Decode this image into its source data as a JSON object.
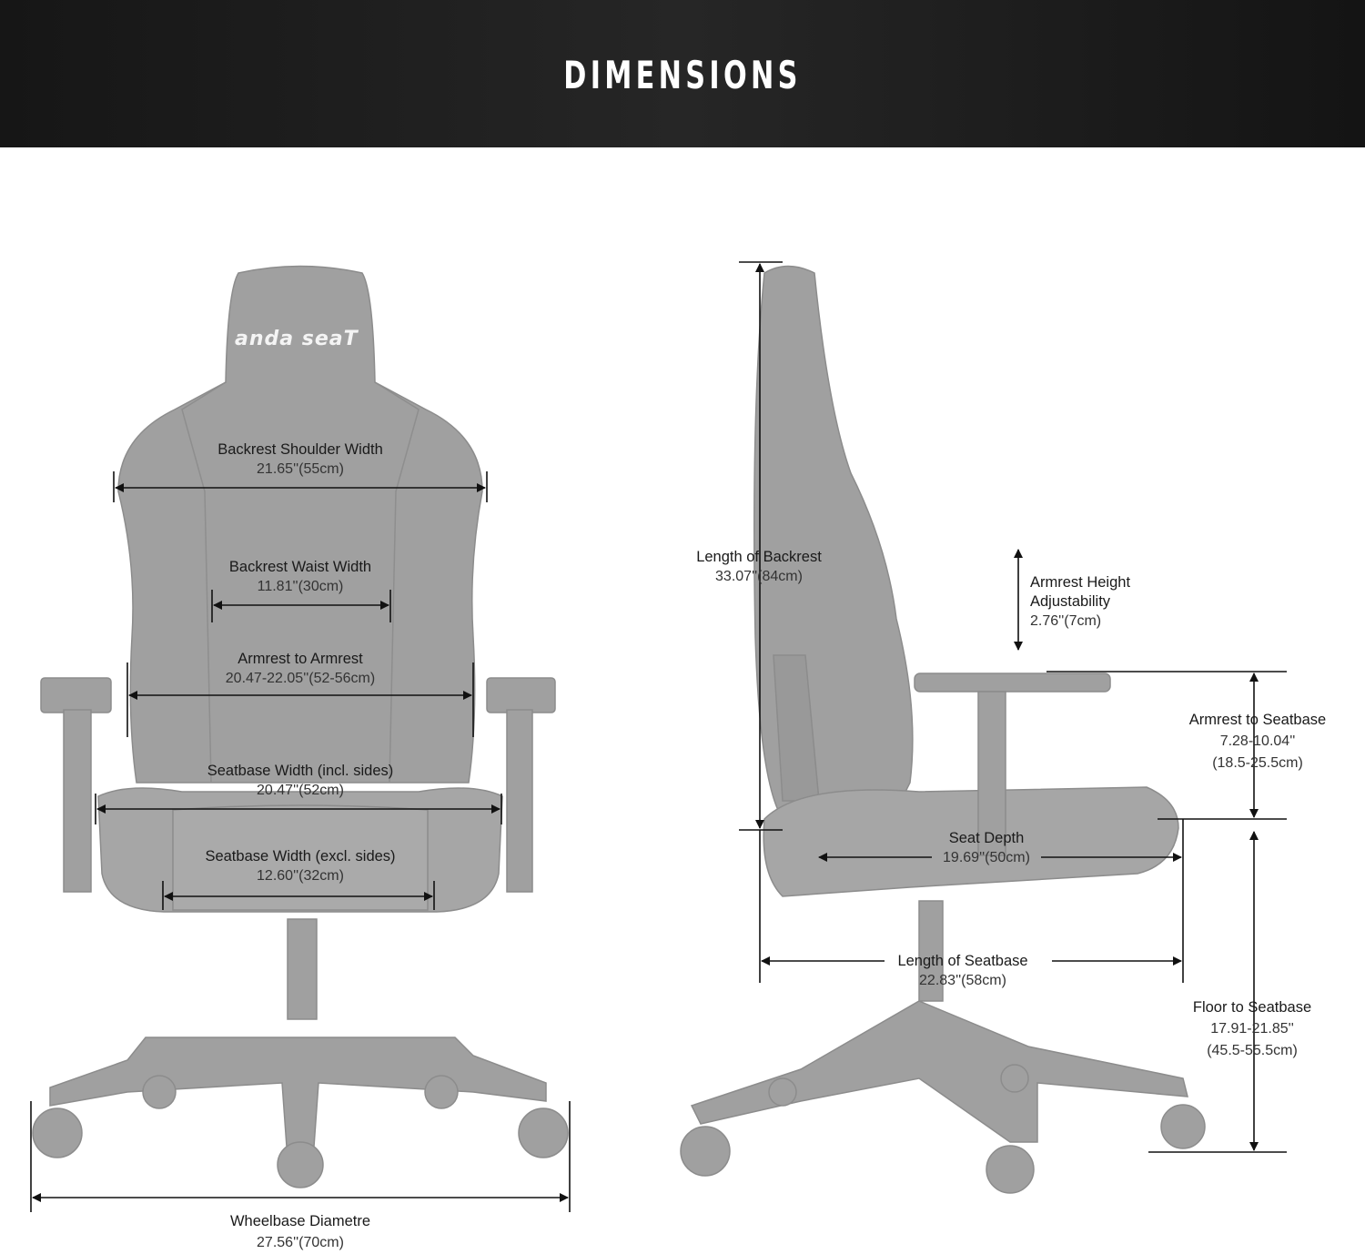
{
  "header": {
    "title": "DIMENSIONS"
  },
  "brand": {
    "logo_text": "anda seaT"
  },
  "colors": {
    "banner": "#1e1e1e",
    "chair": "#9c9c9c",
    "chair_dark": "#8a8a8a",
    "annotation": "#1a1a1a"
  },
  "front_view": {
    "backrest_shoulder_width": {
      "label": "Backrest Shoulder Width",
      "value": "21.65''(55cm)"
    },
    "backrest_waist_width": {
      "label": "Backrest Waist Width",
      "value": "11.81''(30cm)"
    },
    "armrest_to_armrest": {
      "label": "Armrest to Armrest",
      "value": "20.47-22.05''(52-56cm)"
    },
    "seatbase_width_incl": {
      "label": "Seatbase Width (incl. sides)",
      "value": "20.47''(52cm)"
    },
    "seatbase_width_excl": {
      "label": "Seatbase Width (excl. sides)",
      "value": "12.60''(32cm)"
    },
    "wheelbase_diametre": {
      "label": "Wheelbase Diametre",
      "value": "27.56''(70cm)"
    }
  },
  "side_view": {
    "length_of_backrest": {
      "label": "Length of Backrest",
      "value": "33.07''(84cm)"
    },
    "armrest_height_adjustability": {
      "label_line1": "Armrest Height",
      "label_line2": "Adjustability",
      "value": "2.76''(7cm)"
    },
    "armrest_to_seatbase": {
      "label": "Armrest to Seatbase",
      "value_in": "7.28-10.04''",
      "value_cm": "(18.5-25.5cm)"
    },
    "seat_depth": {
      "label": "Seat Depth",
      "value": "19.69''(50cm)"
    },
    "length_of_seatbase": {
      "label": "Length of Seatbase",
      "value": "22.83''(58cm)"
    },
    "floor_to_seatbase": {
      "label": "Floor to Seatbase",
      "value_in": "17.91-21.85''",
      "value_cm": "(45.5-55.5cm)"
    }
  }
}
